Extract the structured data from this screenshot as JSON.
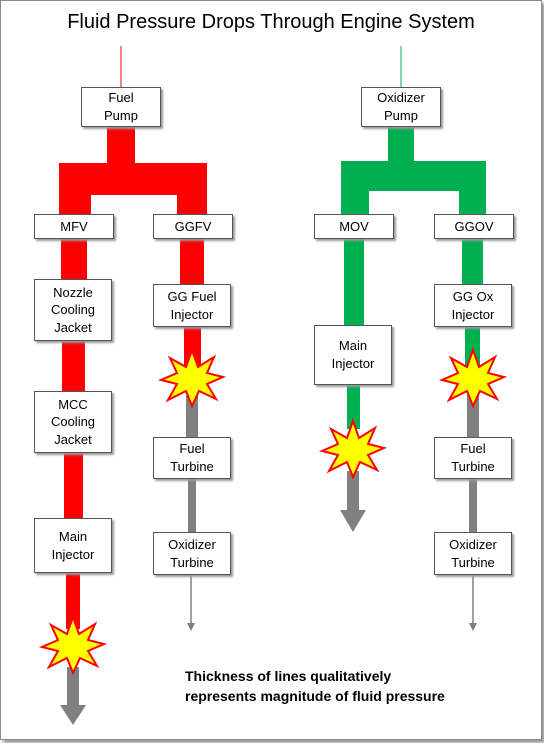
{
  "title": "Fluid Pressure Drops Through Engine System",
  "colors": {
    "fuel_line": "#ff0000",
    "oxidizer_line": "#00b050",
    "turbine_exhaust": "#808080",
    "box_border": "#555555",
    "burst_fill": "#ffff00",
    "burst_outline": "#ff0000"
  },
  "nodes": {
    "fuel_pump": "Fuel\nPump",
    "oxidizer_pump": "Oxidizer\nPump",
    "mfv": "MFV",
    "ggfv": "GGFV",
    "mov": "MOV",
    "ggov": "GGOV",
    "nozzle_cooling_jacket": "Nozzle\nCooling\nJacket",
    "mcc_cooling_jacket": "MCC\nCooling\nJacket",
    "fuel_main_injector": "Main\nInjector",
    "gg_fuel_injector": "GG Fuel\nInjector",
    "fuel_side_turbine": "Fuel\nTurbine",
    "fuel_side_oxidizer_turbine": "Oxidizer\nTurbine",
    "ox_main_injector": "Main\nInjector",
    "gg_ox_injector": "GG Ox\nInjector",
    "ox_side_fuel_turbine": "Fuel\nTurbine",
    "ox_side_oxidizer_turbine": "Oxidizer\nTurbine"
  },
  "note": "Thickness of lines qualitatively\nrepresents magnitude of fluid pressure"
}
